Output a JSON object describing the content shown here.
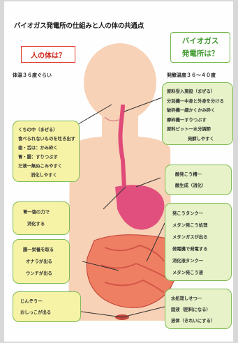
{
  "title": "バイオガス発電所の仕組みと人の体の共通点",
  "human_label": "人の体は？",
  "plant_label": {
    "line1": "バイオガス",
    "line2": "発電所は？"
  },
  "body_temp": "体温３６度ぐらい",
  "ferment_temp": "発酵温度３６～４０度",
  "left_boxes": {
    "mouth": [
      "くちの中（まぜる）",
      "食べられないものを吐き出す",
      "歯・舌は：かみ砕く",
      "胃・腸：すりつぶす",
      "だ液一無ぬこみやすく",
      "消化しやすく"
    ],
    "stomach": [
      "胃一強の力で",
      "消化する"
    ],
    "intestine": [
      "腸一栄養を取る",
      "オナラが出る",
      "ウンチが出る"
    ],
    "kidney": [
      "じんぞう一",
      "おしっこが出る"
    ]
  },
  "right_boxes": {
    "intake": [
      "原料受入施設（まぜる）",
      "分別機一中身と外身を分ける",
      "破砕機一細かくかみ砕く",
      "摩砕機一すりつぶす",
      "原料ピット一水分調節",
      "発酵しやすく"
    ],
    "tank": [
      "酸発こう槽一",
      "酸生成（消化）"
    ],
    "methane": [
      "発こうタンク一",
      "メタン発こう処理",
      "メタンガスが出る",
      "発電機で発電する",
      "消化液タンク一",
      "メタン発こう液"
    ],
    "water": [
      "水処理しせつ一",
      "固液（肥料になる）",
      "液体（きれいにする）"
    ]
  }
}
